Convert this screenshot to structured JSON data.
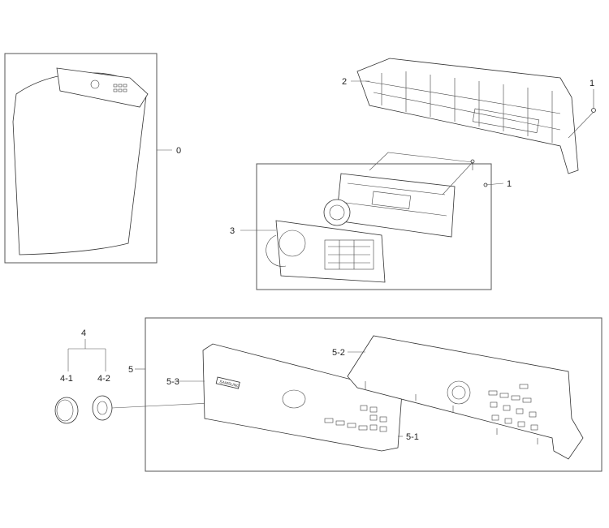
{
  "callouts": {
    "c0": "0",
    "c1a": "1",
    "c1b": "1",
    "c2": "2",
    "c3": "3",
    "c4": "4",
    "c4_1": "4-1",
    "c4_2": "4-2",
    "c5": "5",
    "c5_1": "5-1",
    "c5_2": "5-2",
    "c5_3": "5-3"
  },
  "brand_plate": "SAMSUNG"
}
